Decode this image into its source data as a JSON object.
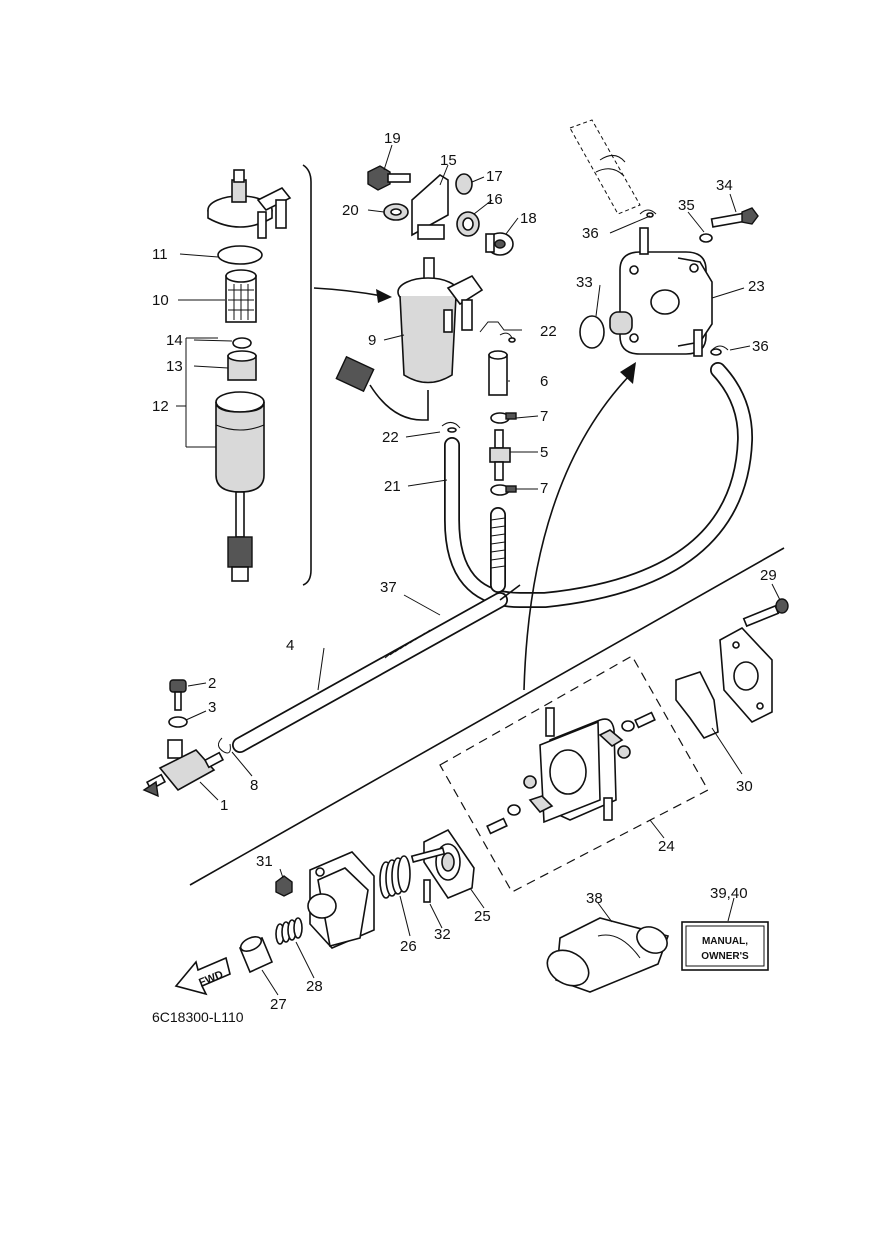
{
  "diagram": {
    "code": "6C18300-L110",
    "fwd_label": "FWD",
    "manual_line1": "MANUAL,",
    "manual_line2": "OWNER'S",
    "callouts": {
      "c1": "1",
      "c2": "2",
      "c3": "3",
      "c4": "4",
      "c5": "5",
      "c6": "6",
      "c7a": "7",
      "c7b": "7",
      "c8": "8",
      "c9": "9",
      "c10": "10",
      "c11": "11",
      "c12": "12",
      "c13": "13",
      "c14": "14",
      "c15": "15",
      "c16": "16",
      "c17": "17",
      "c18": "18",
      "c19": "19",
      "c20": "20",
      "c21": "21",
      "c22a": "22",
      "c22b": "22",
      "c23": "23",
      "c24": "24",
      "c25": "25",
      "c26": "26",
      "c27": "27",
      "c28": "28",
      "c29": "29",
      "c30": "30",
      "c31": "31",
      "c32": "32",
      "c33": "33",
      "c34": "34",
      "c35": "35",
      "c36a": "36",
      "c36b": "36",
      "c37": "37",
      "c38": "38",
      "c3940": "39,40"
    }
  }
}
